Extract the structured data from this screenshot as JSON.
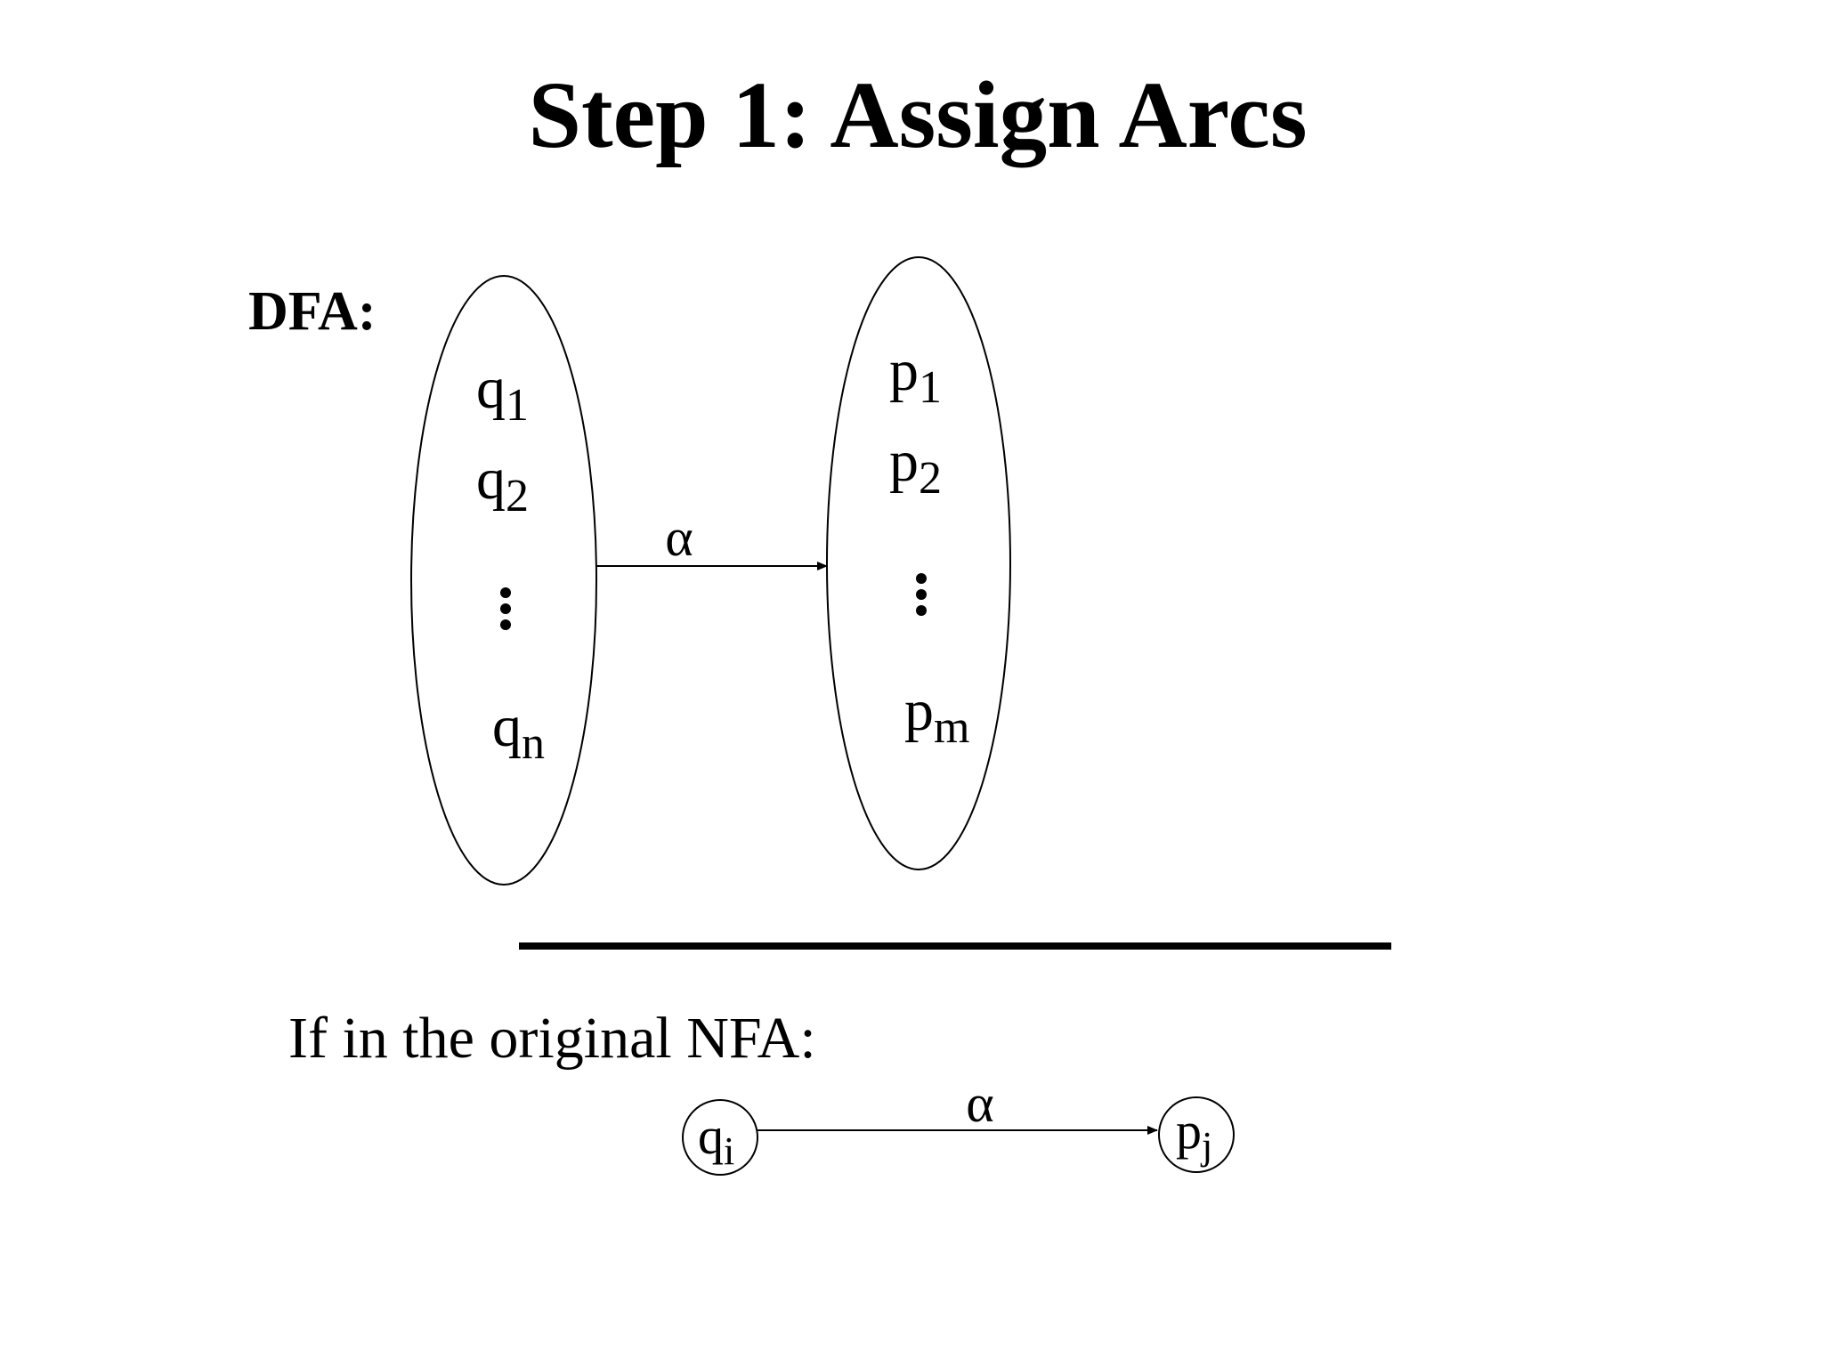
{
  "title": "Step 1: Assign Arcs",
  "dfa": {
    "label": "DFA:",
    "left_set": {
      "states": [
        {
          "base": "q",
          "sub": "1"
        },
        {
          "base": "q",
          "sub": "2"
        },
        {
          "base": "q",
          "sub": "n"
        }
      ]
    },
    "right_set": {
      "states": [
        {
          "base": "p",
          "sub": "1"
        },
        {
          "base": "p",
          "sub": "2"
        },
        {
          "base": "p",
          "sub": "m"
        }
      ]
    },
    "transition_symbol": "α"
  },
  "nfa": {
    "caption": "If in the original NFA:",
    "from_state": {
      "base": "q",
      "sub": "i"
    },
    "to_state": {
      "base": "p",
      "sub": "j"
    },
    "transition_symbol": "α"
  }
}
